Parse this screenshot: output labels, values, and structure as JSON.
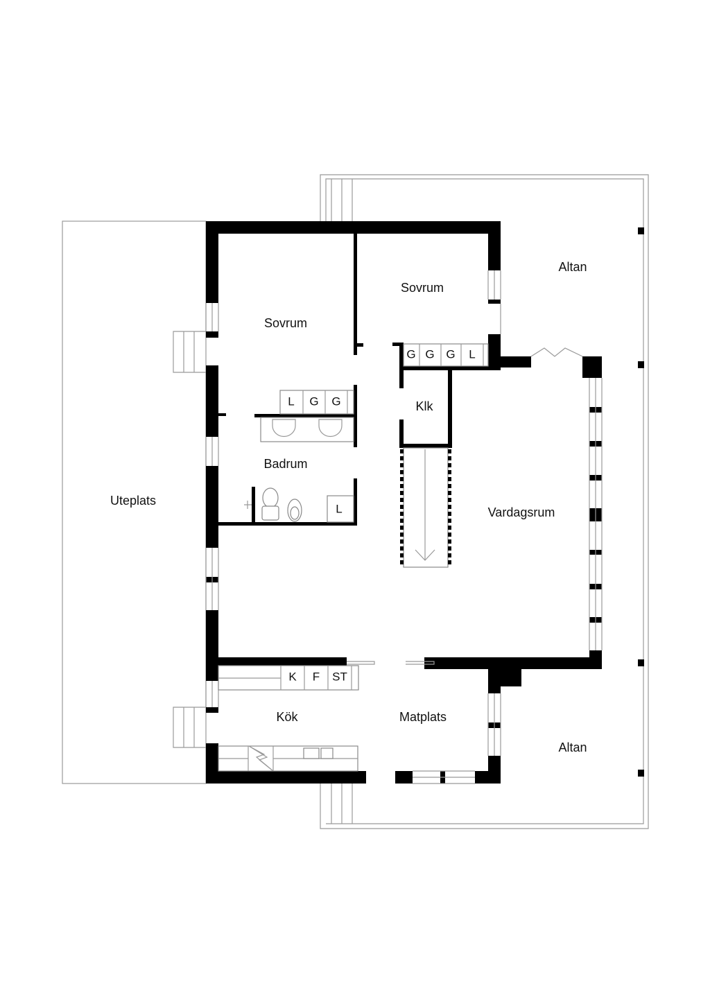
{
  "floorplan": {
    "rooms": {
      "altan_top": "Altan",
      "sovrum_right": "Sovrum",
      "sovrum_left": "Sovrum",
      "uteplats": "Uteplats",
      "badrum": "Badrum",
      "klk": "Klk",
      "vardagsrum": "Vardagsrum",
      "kok": "Kök",
      "matplats": "Matplats",
      "altan_bottom": "Altan"
    },
    "wardrobe_hall": [
      "G",
      "G",
      "G",
      "L"
    ],
    "wardrobe_bath": [
      "L",
      "G",
      "G"
    ],
    "bath_cabinet": "L",
    "kitchen_appliances": [
      "K",
      "F",
      "ST"
    ]
  }
}
